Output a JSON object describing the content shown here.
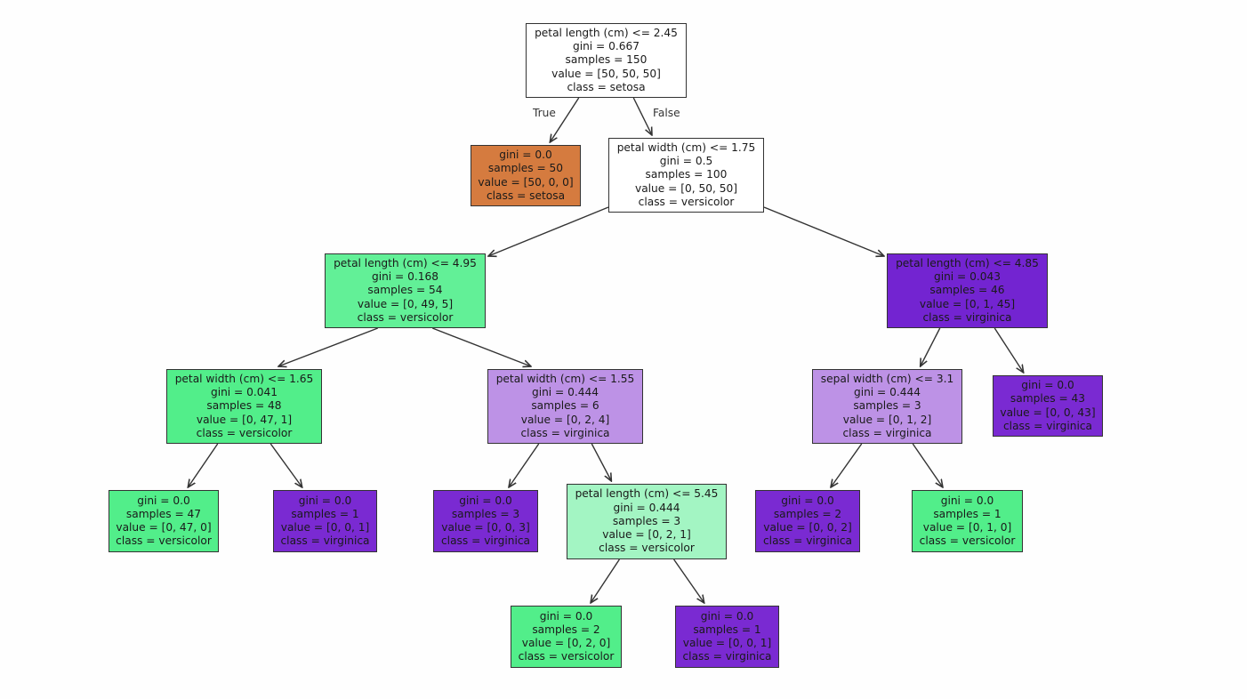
{
  "title": "Decision tree (iris)",
  "colors": {
    "white": "#ffffff",
    "setosa": "#d57b3f",
    "versicolor": "#52ee8a",
    "versicolor_light": "#a3f5c3",
    "versicolor_mid": "#62f097",
    "virginica": "#7a2ad2",
    "virginica_dark": "#7324d1",
    "virginica_light": "#bd92e6",
    "edge": "#333333"
  },
  "edge_labels": {
    "true": "True",
    "false": "False"
  },
  "nodes": [
    {
      "id": "root",
      "lines": [
        "petal length (cm) <= 2.45",
        "gini = 0.667",
        "samples = 150",
        "value = [50, 50, 50]",
        "class = setosa"
      ],
      "color": "white"
    },
    {
      "id": "n1",
      "lines": [
        "gini = 0.0",
        "samples = 50",
        "value = [50, 0, 0]",
        "class = setosa"
      ],
      "color": "setosa"
    },
    {
      "id": "n2",
      "lines": [
        "petal width (cm) <= 1.75",
        "gini = 0.5",
        "samples = 100",
        "value = [0, 50, 50]",
        "class = versicolor"
      ],
      "color": "white"
    },
    {
      "id": "n3",
      "lines": [
        "petal length (cm) <= 4.95",
        "gini = 0.168",
        "samples = 54",
        "value = [0, 49, 5]",
        "class = versicolor"
      ],
      "color": "versicolor_mid"
    },
    {
      "id": "n4",
      "lines": [
        "petal length (cm) <= 4.85",
        "gini = 0.043",
        "samples = 46",
        "value = [0, 1, 45]",
        "class = virginica"
      ],
      "color": "virginica_dark"
    },
    {
      "id": "n5",
      "lines": [
        "petal width (cm) <= 1.65",
        "gini = 0.041",
        "samples = 48",
        "value = [0, 47, 1]",
        "class = versicolor"
      ],
      "color": "versicolor"
    },
    {
      "id": "n6",
      "lines": [
        "petal width (cm) <= 1.55",
        "gini = 0.444",
        "samples = 6",
        "value = [0, 2, 4]",
        "class = virginica"
      ],
      "color": "virginica_light"
    },
    {
      "id": "n7",
      "lines": [
        "sepal width (cm) <= 3.1",
        "gini = 0.444",
        "samples = 3",
        "value = [0, 1, 2]",
        "class = virginica"
      ],
      "color": "virginica_light"
    },
    {
      "id": "n8",
      "lines": [
        "gini = 0.0",
        "samples = 43",
        "value = [0, 0, 43]",
        "class = virginica"
      ],
      "color": "virginica"
    },
    {
      "id": "n9",
      "lines": [
        "gini = 0.0",
        "samples = 47",
        "value = [0, 47, 0]",
        "class = versicolor"
      ],
      "color": "versicolor"
    },
    {
      "id": "n10",
      "lines": [
        "gini = 0.0",
        "samples = 1",
        "value = [0, 0, 1]",
        "class = virginica"
      ],
      "color": "virginica"
    },
    {
      "id": "n11",
      "lines": [
        "gini = 0.0",
        "samples = 3",
        "value = [0, 0, 3]",
        "class = virginica"
      ],
      "color": "virginica"
    },
    {
      "id": "n12",
      "lines": [
        "petal length (cm) <= 5.45",
        "gini = 0.444",
        "samples = 3",
        "value = [0, 2, 1]",
        "class = versicolor"
      ],
      "color": "versicolor_light"
    },
    {
      "id": "n13",
      "lines": [
        "gini = 0.0",
        "samples = 2",
        "value = [0, 0, 2]",
        "class = virginica"
      ],
      "color": "virginica"
    },
    {
      "id": "n14",
      "lines": [
        "gini = 0.0",
        "samples = 1",
        "value = [0, 1, 0]",
        "class = versicolor"
      ],
      "color": "versicolor"
    },
    {
      "id": "n15",
      "lines": [
        "gini = 0.0",
        "samples = 2",
        "value = [0, 2, 0]",
        "class = versicolor"
      ],
      "color": "versicolor"
    },
    {
      "id": "n16",
      "lines": [
        "gini = 0.0",
        "samples = 1",
        "value = [0, 0, 1]",
        "class = virginica"
      ],
      "color": "virginica"
    }
  ],
  "edges": [
    [
      "root",
      "n1"
    ],
    [
      "root",
      "n2"
    ],
    [
      "n2",
      "n3"
    ],
    [
      "n2",
      "n4"
    ],
    [
      "n3",
      "n5"
    ],
    [
      "n3",
      "n6"
    ],
    [
      "n4",
      "n7"
    ],
    [
      "n4",
      "n8"
    ],
    [
      "n5",
      "n9"
    ],
    [
      "n5",
      "n10"
    ],
    [
      "n6",
      "n11"
    ],
    [
      "n6",
      "n12"
    ],
    [
      "n7",
      "n13"
    ],
    [
      "n7",
      "n14"
    ],
    [
      "n12",
      "n15"
    ],
    [
      "n12",
      "n16"
    ]
  ]
}
